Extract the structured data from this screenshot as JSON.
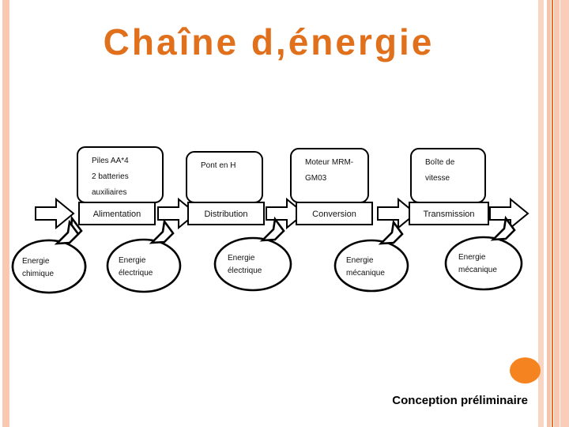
{
  "slide": {
    "title": "Chaîne d,énergie",
    "title_color": "#E0701C",
    "background_color": "#FFFFFF",
    "footer": "Conception préliminaire",
    "accent_color": "#F5831F",
    "stripe_colors": [
      "#F8C8B0",
      "#F9D6C3",
      "#F7C3AB",
      "#E8722B",
      "#F9C7B0",
      "#F9CDB7"
    ]
  },
  "diagram": {
    "type": "energy-chain-block-diagram",
    "stages": [
      {
        "id": "alimentation",
        "box_label": "Alimentation",
        "callout_lines": [
          "Piles AA*4",
          "2 batteries",
          "auxiliaires"
        ],
        "energy_lines": [
          "Energie",
          "chimique"
        ]
      },
      {
        "id": "distribution",
        "box_label": "Distribution",
        "callout_lines": [
          "Pont en H"
        ],
        "energy_lines": [
          "Energie",
          "électrique"
        ]
      },
      {
        "id": "conversion",
        "box_label": "Conversion",
        "callout_lines": [
          "Moteur MRM-",
          "GM03"
        ],
        "energy_lines": [
          "Energie",
          "électrique"
        ]
      },
      {
        "id": "transmission",
        "box_label": "Transmission",
        "callout_lines": [
          "Boîte de",
          "vitesse"
        ],
        "energy_lines": [
          "Energie",
          "mécanique"
        ]
      },
      {
        "id": "sortie",
        "box_label": "",
        "callout_lines": [],
        "energy_lines": [
          "Energie",
          "mécanique"
        ]
      }
    ],
    "arrow_count": 5,
    "arrow_direction": "right"
  }
}
